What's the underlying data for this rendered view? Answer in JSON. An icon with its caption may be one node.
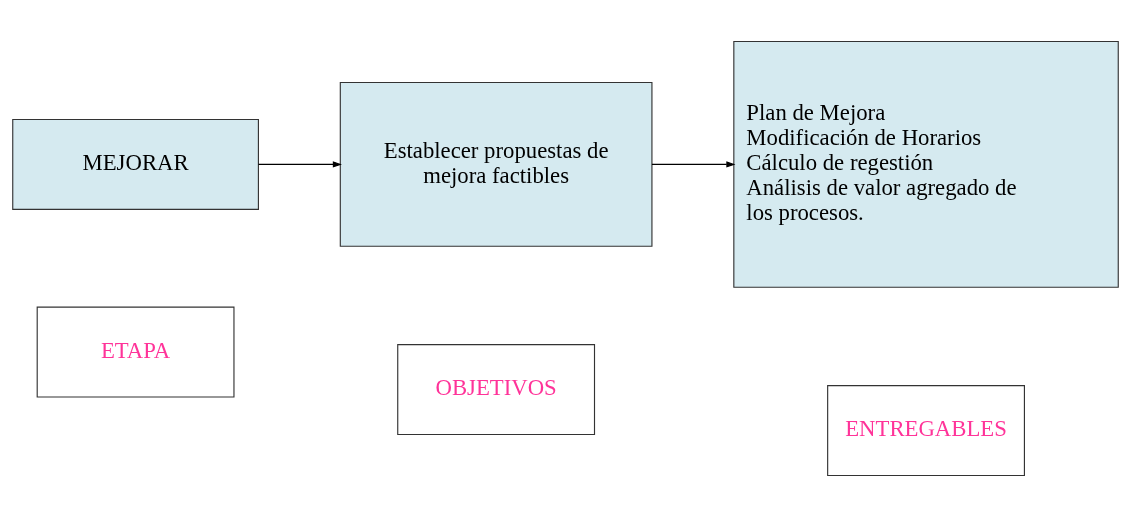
{
  "diagram": {
    "nodes": [
      {
        "text": [
          "ETAPA"
        ]
      },
      {
        "text": [
          "OBJETIVOS"
        ]
      },
      {
        "text": [
          "ENTREGABLES"
        ]
      },
      {
        "text": [
          "MEJORAR"
        ]
      },
      {
        "text": [
          "Establecer propuestas de mejora factibles"
        ]
      },
      {
        "text": [
          "Plan de Mejora",
          "Modificación de Horarios",
          "Cálculo de regestión",
          "Análisis de valor agregado de los procesos."
        ]
      }
    ],
    "edges": [
      {
        "from": 3,
        "to": 4,
        "arrow": "to"
      },
      {
        "from": 4,
        "to": 5,
        "arrow": "to"
      }
    ]
  }
}
